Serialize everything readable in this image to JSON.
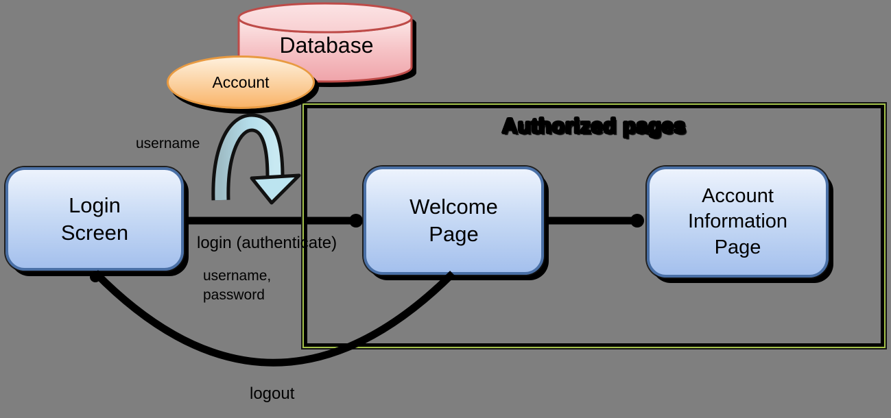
{
  "canvas": {
    "background": "#7F7F7F"
  },
  "database": {
    "label": "Database"
  },
  "account": {
    "label": "Account"
  },
  "authorized": {
    "title": "Authorized pages"
  },
  "nodes": [
    {
      "id": "login-screen",
      "label": [
        "Login",
        "Screen"
      ]
    },
    {
      "id": "welcome-page",
      "label": [
        "Welcome",
        "Page"
      ]
    },
    {
      "id": "account-information-page",
      "label": [
        "Account",
        "Information",
        "Page"
      ]
    }
  ],
  "labels": {
    "username": "username",
    "login": "login (authenticate)",
    "credentials": [
      "username,",
      "password"
    ],
    "logout": "logout"
  },
  "icons": {
    "curved_arrow": "u-bend-arrow-pointing-down"
  },
  "colors": {
    "background": "#7F7F7F",
    "node_border": "#4A70A6",
    "node_fill_top": "#EDF3FD",
    "node_fill_bottom": "#A4C0ED",
    "database_border": "#BE4B48",
    "database_fill_light": "#FCE9E9",
    "database_fill_dark": "#EFA3A9",
    "account_border": "#E89A41",
    "account_fill_top": "#FEF0DC",
    "account_fill_bottom": "#F9B469",
    "authorized_green": "#A4C24A",
    "arrow_fill_left": "#9FBDC6",
    "arrow_fill_right": "#C8E9F2",
    "edge_color": "#000000",
    "shadow_color": "#000000"
  }
}
